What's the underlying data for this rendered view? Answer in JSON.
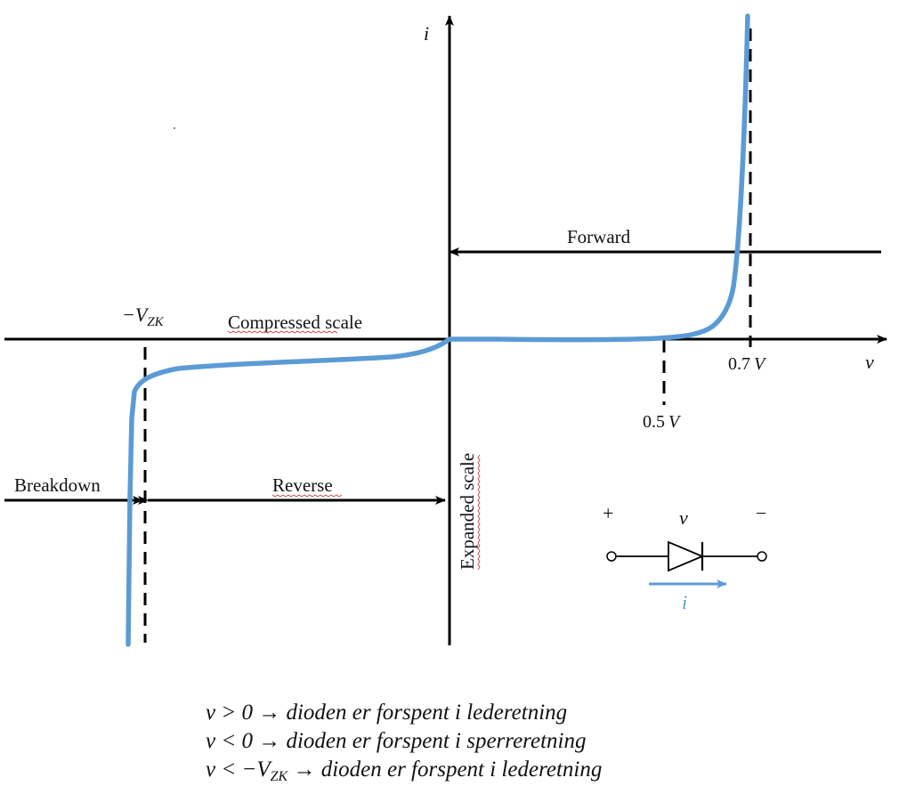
{
  "axes": {
    "y_label": "i",
    "x_label": "v"
  },
  "labels": {
    "forward": "Forward",
    "compressed_scale": "Compressed scale",
    "vzk_minus": "−V",
    "vzk_sub": "ZK",
    "tick_07": "0.7",
    "tick_07_unit": "V",
    "tick_05": "0.5",
    "tick_05_unit": "V",
    "breakdown": "Breakdown",
    "reverse": "Reverse",
    "expanded_scale": "Expanded scale"
  },
  "diode_symbol": {
    "plus": "+",
    "minus": "−",
    "voltage": "v",
    "current": "i"
  },
  "equations": [
    {
      "lhs": "v > 0 → ",
      "rhs": "dioden er forspent i lederetning",
      "sub": ""
    },
    {
      "lhs": "v < 0 → ",
      "rhs": "dioden er forspent i sperreretning",
      "sub": ""
    },
    {
      "lhs": "v < −V",
      "sub": "ZK",
      "lhs2": " → ",
      "rhs": "dioden er forspent i lederetning"
    }
  ],
  "colors": {
    "curve": "#5b9bd5",
    "axes": "#000000",
    "current_arrow": "#5b9bd5"
  }
}
